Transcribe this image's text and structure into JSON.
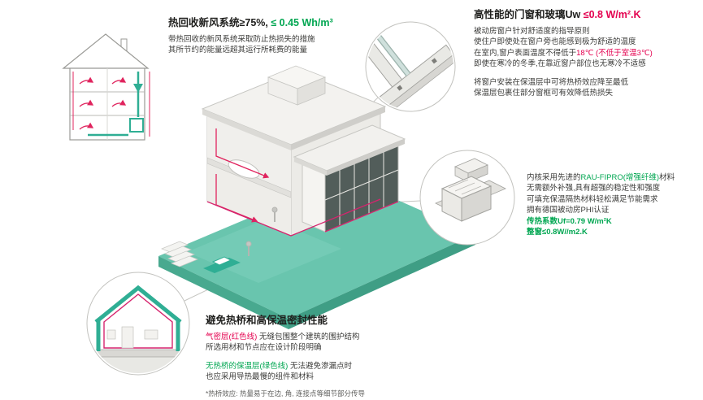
{
  "colors": {
    "green": "#00a651",
    "red": "#e4004f",
    "teal": "#2fae94",
    "magenta": "#d6246e"
  },
  "hrv": {
    "title_main": "热回收新风系统≥75%,",
    "title_accent": " ≤ 0.45 Wh/m³",
    "body1": "带热回收的新风系统采取防止热损失的措施",
    "body2": "其所节约的能量远超其运行所耗费的能量"
  },
  "windows": {
    "title_main": "高性能的门窗和玻璃Uw ",
    "title_accent": "≤0.8 W/m².K",
    "p1_l1": "被动房窗户针对舒适度的指导原则",
    "p1_l2": "使住户即使处在窗户旁也能感到极为舒适的温度",
    "p1_l3_a": "在室内,窗户表面温度不得低于",
    "p1_l3_b": "18℃ (不低于室温3℃)",
    "p1_l4": "即使在寒冷的冬季,在靠近窗户部位也无寒冷不适感",
    "p2_l1": "将窗户安装在保温层中可将热桥效应降至最低",
    "p2_l2": "保温层包裹住部分窗框可有效降低热损失"
  },
  "profile": {
    "l1_a": "内核采用先进的",
    "l1_b": "RAU-FIPRO(增强纤维)",
    "l1_c": "材料",
    "l2": "无需额外补强,具有超强的稳定性和强度",
    "l3": "可填充保温隔热材料轻松满足节能需求",
    "l4": "拥有德国被动房PHI认证",
    "l5": "传热系数Uf=0.79 W/m²K",
    "l6": "整窗≤0.8W//m2.K"
  },
  "thermal": {
    "title": "避免热桥和高保温密封性能",
    "p1_l1_a": "气密层(红色线)",
    "p1_l1_b": " 无缝包围整个建筑的围护结构",
    "p1_l2": "所选用材和节点应在设计阶段明确",
    "p2_l1_a": "无热桥的保温层(绿色线)",
    "p2_l1_b": " 无法避免渗漏点时",
    "p2_l2": "也应采用导热最慢的组件和材料",
    "footnote": "*热桥效应: 热量易于在边, 角, 连接点等细节部分传导"
  }
}
